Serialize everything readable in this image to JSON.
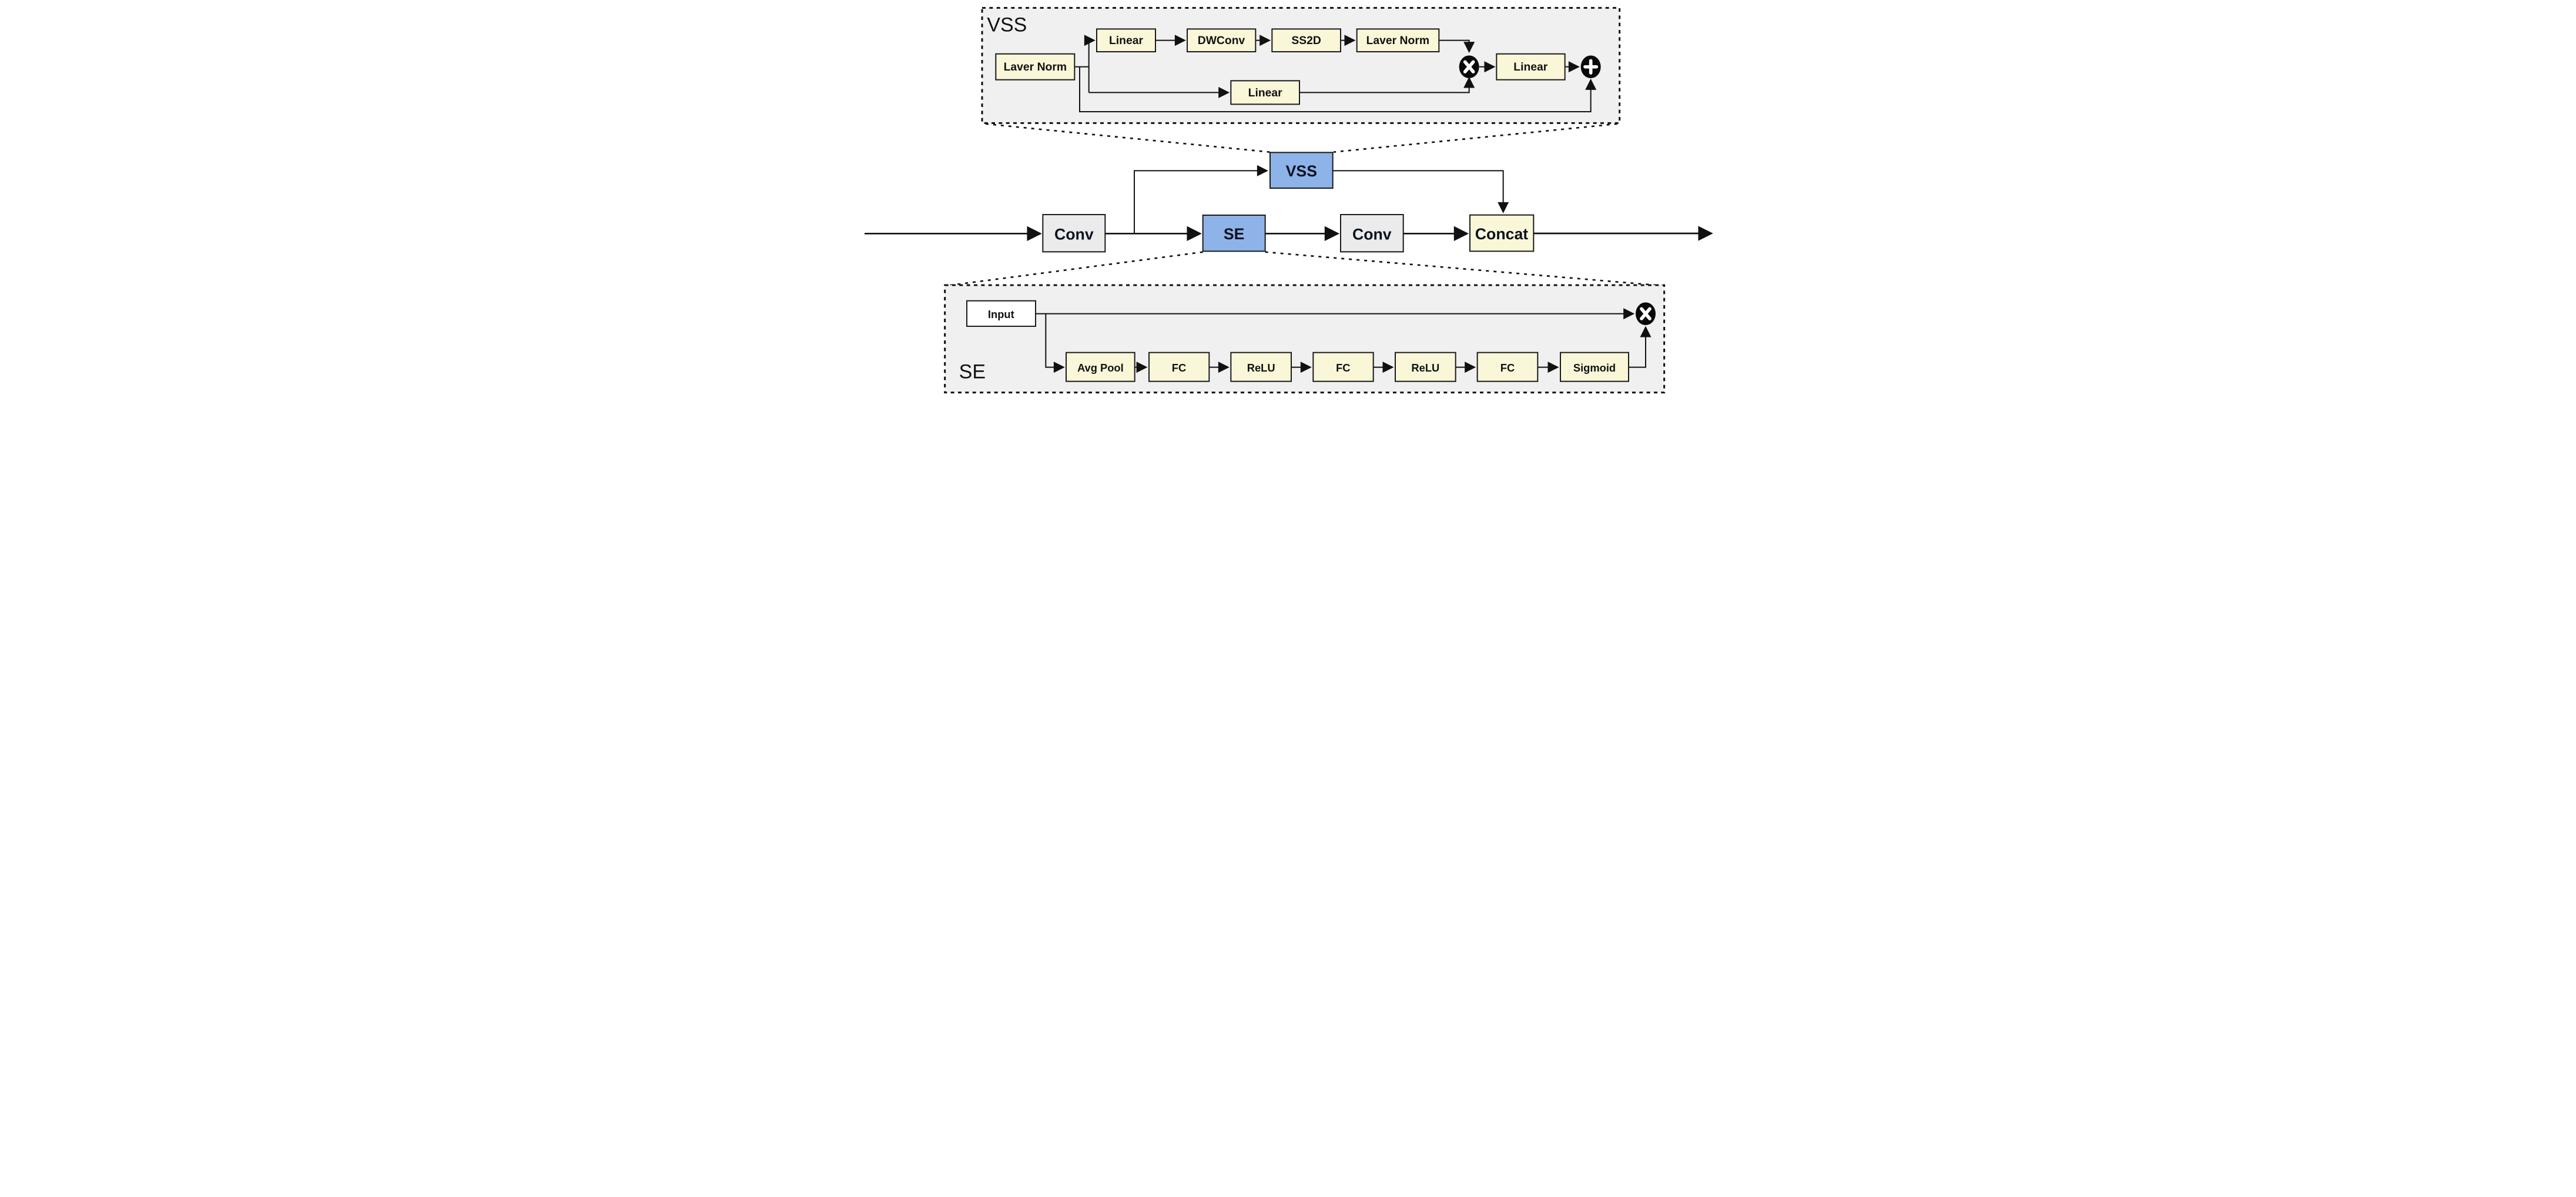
{
  "colors": {
    "background": "#ffffff",
    "container_fill": "#f0f0f0",
    "box_yellow": "#faf7d8",
    "box_blue": "#8db3e8",
    "box_gray": "#ebebeb",
    "box_white": "#ffffff",
    "line": "#111111",
    "operator_fill": "#0a0a0a",
    "operator_glyph": "#ffffff"
  },
  "vss_detail": {
    "label": "VSS",
    "layer_norm_1": "Laver Norm",
    "linear_top": "Linear",
    "dwconv": "DWConv",
    "ss2d": "SS2D",
    "layer_norm_2": "Laver Norm",
    "linear_gate": "Linear",
    "linear_out": "Linear",
    "multiply_op": "multiply",
    "add_op": "add"
  },
  "main_flow": {
    "conv_1": "Conv",
    "se": "SE",
    "vss": "VSS",
    "conv_2": "Conv",
    "concat": "Concat"
  },
  "se_detail": {
    "label": "SE",
    "input": "Input",
    "avg_pool": "Avg Pool",
    "fc_1": "FC",
    "relu_1": "ReLU",
    "fc_2": "FC",
    "relu_2": "ReLU",
    "fc_3": "FC",
    "sigmoid": "Sigmoid",
    "multiply_op": "multiply"
  }
}
